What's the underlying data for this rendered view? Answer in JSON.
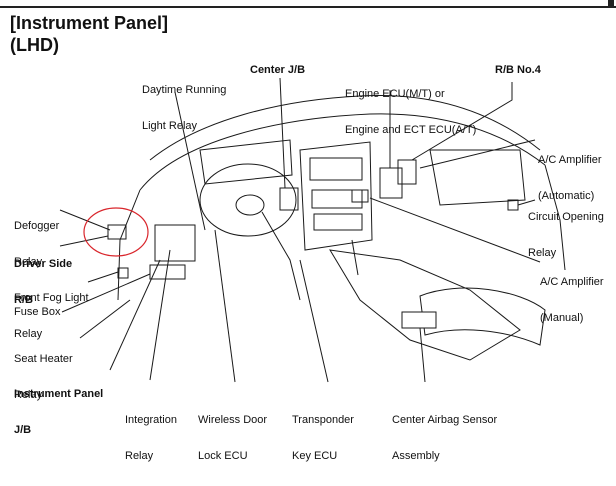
{
  "header": {
    "title": "[Instrument Panel]",
    "subtitle": "(LHD)"
  },
  "labels": {
    "daytime_relay_line1": "Daytime Running",
    "daytime_relay_line2": "Light Relay",
    "center_jb": "Center J/B",
    "engine_ecu_line1": "Engine ECU(M/T) or",
    "engine_ecu_line2": "Engine and ECT ECU(A/T)",
    "rb_no4": "R/B No.4",
    "ac_auto_line1": "A/C Amplifier",
    "ac_auto_line2": "(Automatic)",
    "circuit_relay_line1": "Circuit Opening",
    "circuit_relay_line2": "Relay",
    "ac_manual_line1": "A/C Amplifier",
    "ac_manual_line2": "(Manual)",
    "defogger_line1": "Defogger",
    "defogger_line2": "Relay",
    "driver_jb_line1": "Driver Side",
    "driver_jb_line2": "R/B",
    "front_fog_line1": "Front Fog Light",
    "front_fog_line2": "Relay",
    "fuse_box": "Fuse Box",
    "seat_heater_line1": "Seat Heater",
    "seat_heater_line2": "Relay",
    "instrument_jb_line1": "Instrument Panel",
    "instrument_jb_line2": "J/B",
    "integration_line1": "Integration",
    "integration_line2": "Relay",
    "wireless_line1": "Wireless Door",
    "wireless_line2": "Lock ECU",
    "transponder_line1": "Transponder",
    "transponder_line2": "Key ECU",
    "airbag_line1": "Center Airbag Sensor",
    "airbag_line2": "Assembly"
  },
  "colors": {
    "ink": "#1a1a1a",
    "highlight_circle": "#d9262c"
  }
}
